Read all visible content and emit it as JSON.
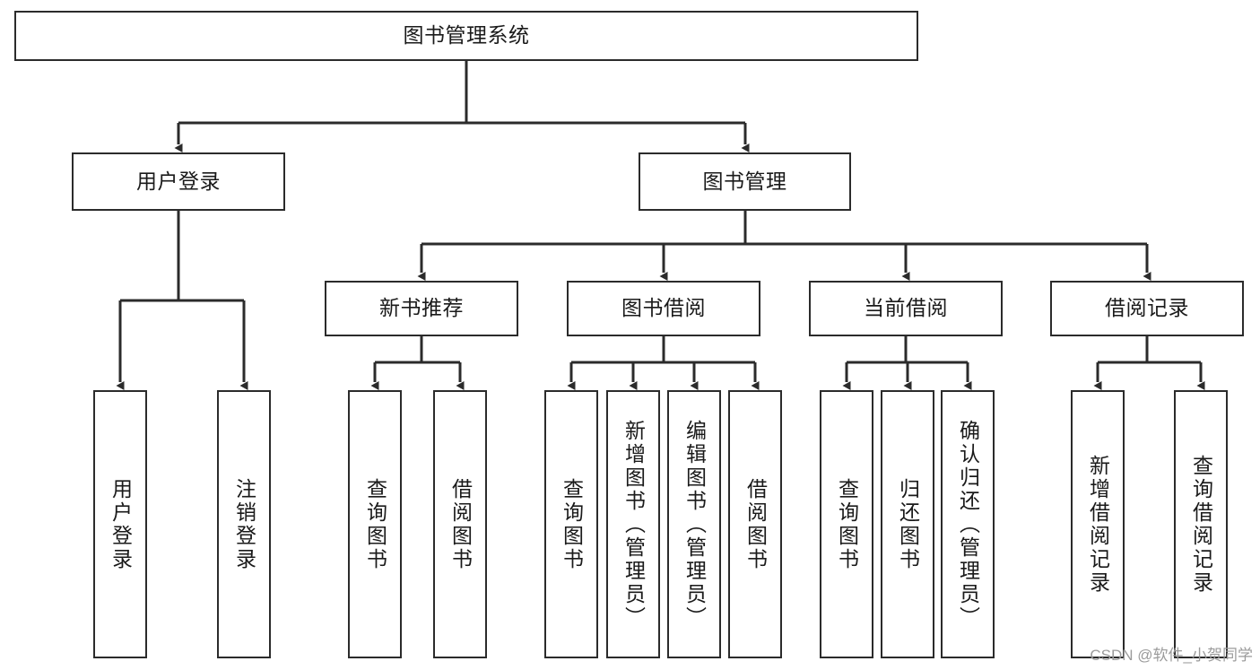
{
  "diagram": {
    "type": "tree-hierarchy",
    "title": "图书管理系统",
    "root": {
      "id": "root",
      "label": "图书管理系统",
      "orientation": "horizontal"
    },
    "level2": [
      {
        "id": "user-login",
        "label": "用户登录",
        "orientation": "horizontal"
      },
      {
        "id": "book-manage",
        "label": "图书管理",
        "orientation": "horizontal"
      }
    ],
    "level3": [
      {
        "id": "new-book-recommend",
        "label": "新书推荐",
        "orientation": "horizontal",
        "parent": "book-manage"
      },
      {
        "id": "book-borrow",
        "label": "图书借阅",
        "orientation": "horizontal",
        "parent": "book-manage"
      },
      {
        "id": "current-borrow",
        "label": "当前借阅",
        "orientation": "horizontal",
        "parent": "book-manage"
      },
      {
        "id": "borrow-record",
        "label": "借阅记录",
        "orientation": "horizontal",
        "parent": "book-manage"
      }
    ],
    "leaves": {
      "user_login": [
        {
          "id": "leaf-user-login",
          "label": "用户登录"
        },
        {
          "id": "leaf-user-logout",
          "label": "注销登录"
        }
      ],
      "new_book_recommend": [
        {
          "id": "leaf-query-book-1",
          "label": "查询图书"
        },
        {
          "id": "leaf-borrow-book-1",
          "label": "借阅图书"
        }
      ],
      "book_borrow": [
        {
          "id": "leaf-query-book-2",
          "label": "查询图书"
        },
        {
          "id": "leaf-add-book",
          "label": "新增图书（管理员）"
        },
        {
          "id": "leaf-edit-book",
          "label": "编辑图书（管理员）"
        },
        {
          "id": "leaf-borrow-book-2",
          "label": "借阅图书"
        }
      ],
      "current_borrow": [
        {
          "id": "leaf-query-book-3",
          "label": "查询图书"
        },
        {
          "id": "leaf-return-book",
          "label": "归还图书"
        },
        {
          "id": "leaf-confirm-return",
          "label": "确认归还（管理员）"
        }
      ],
      "borrow_record": [
        {
          "id": "leaf-add-record",
          "label": "新增借阅记录"
        },
        {
          "id": "leaf-query-record",
          "label": "查询借阅记录"
        }
      ]
    }
  },
  "watermark": {
    "text": "CSDN @软件_小贺同学"
  },
  "colors": {
    "border": "#2b2b2b",
    "text": "#1a1a1a",
    "background": "#ffffff",
    "connector": "#2b2b2b",
    "watermark": "#9b9b9b"
  }
}
